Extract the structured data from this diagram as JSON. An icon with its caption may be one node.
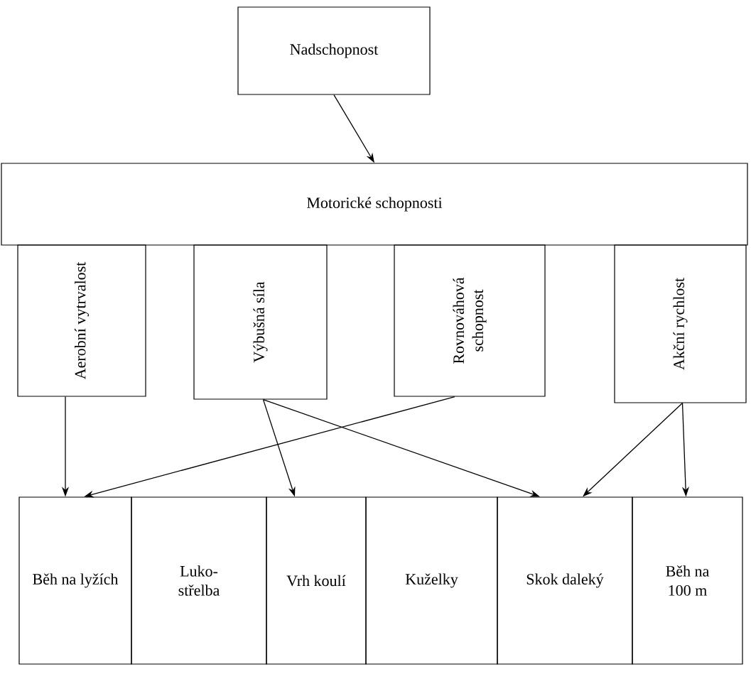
{
  "diagram": {
    "nodes": [
      {
        "text": [
          "Nadschopnost"
        ]
      },
      {
        "text": [
          "Motorické schopnosti"
        ]
      },
      {
        "text": [
          "Aerobní vytrvalost"
        ]
      },
      {
        "text": [
          "Výbušná síla"
        ]
      },
      {
        "text": [
          "Rovnováhová schopnost"
        ]
      },
      {
        "text": [
          "Akční rychlost"
        ]
      },
      {
        "text": [
          "Běh na lyžích"
        ]
      },
      {
        "text": [
          "Luko-střelba"
        ]
      },
      {
        "text": [
          "Vrh koulí"
        ]
      },
      {
        "text": [
          "Kuželky"
        ]
      },
      {
        "text": [
          "Skok daleký"
        ]
      },
      {
        "text": [
          "Běh na 100 m"
        ]
      }
    ],
    "edges": [
      {
        "from": 0,
        "to": 1,
        "arrow": "to"
      },
      {
        "from": 2,
        "to": 6,
        "arrow": "to"
      },
      {
        "from": 4,
        "to": 6,
        "arrow": "to"
      },
      {
        "from": 3,
        "to": 8,
        "arrow": "to"
      },
      {
        "from": 3,
        "to": 10,
        "arrow": "to"
      },
      {
        "from": 5,
        "to": 10,
        "arrow": "to"
      },
      {
        "from": 5,
        "to": 11,
        "arrow": "to"
      }
    ]
  }
}
